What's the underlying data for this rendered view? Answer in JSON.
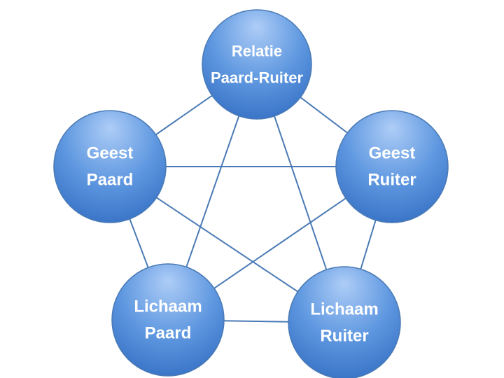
{
  "colors": {
    "background": "#ffffff",
    "edge": "#4a7ab5",
    "node_fill_top": "#a8c8f5",
    "node_fill_bottom": "#3a78d0",
    "node_stroke": "#4a7ab5",
    "label": "#ffffff"
  },
  "nodes": [
    {
      "id": "relatie",
      "lines": [
        "Relatie",
        "Paard-Ruiter"
      ]
    },
    {
      "id": "geest-paard",
      "lines": [
        "Geest",
        "Paard"
      ]
    },
    {
      "id": "geest-ruiter",
      "lines": [
        "Geest",
        "Ruiter"
      ]
    },
    {
      "id": "lichaam-paard",
      "lines": [
        "Lichaam",
        "Paard"
      ]
    },
    {
      "id": "lichaam-ruiter",
      "lines": [
        "Lichaam",
        "Ruiter"
      ]
    }
  ],
  "edges": [
    [
      "relatie",
      "geest-paard"
    ],
    [
      "relatie",
      "geest-ruiter"
    ],
    [
      "relatie",
      "lichaam-paard"
    ],
    [
      "relatie",
      "lichaam-ruiter"
    ],
    [
      "geest-paard",
      "geest-ruiter"
    ],
    [
      "geest-paard",
      "lichaam-paard"
    ],
    [
      "geest-paard",
      "lichaam-ruiter"
    ],
    [
      "geest-ruiter",
      "lichaam-paard"
    ],
    [
      "geest-ruiter",
      "lichaam-ruiter"
    ],
    [
      "lichaam-paard",
      "lichaam-ruiter"
    ]
  ]
}
